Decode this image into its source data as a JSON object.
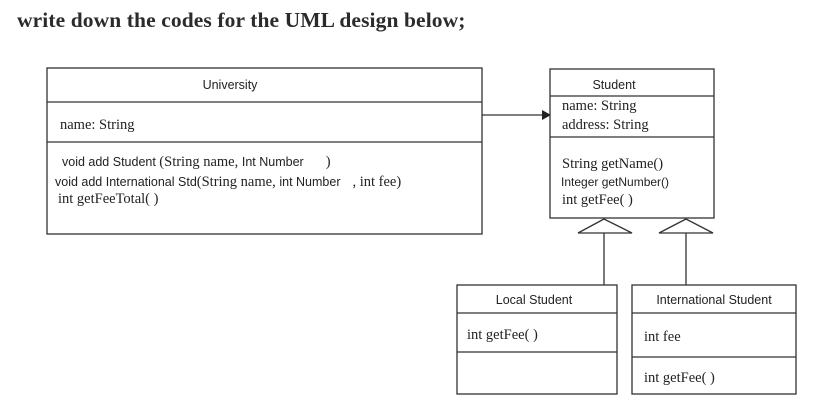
{
  "heading": "write down the codes for the UML design below;",
  "classes": {
    "university": {
      "name": "University",
      "attributes": [
        "name: String"
      ],
      "methods": [
        {
          "a": "void add Student ",
          "b": "(String name, ",
          "c": "Int Number",
          "d": ")"
        },
        {
          "a": "void add International Std",
          "b": "(String name, ",
          "c": "int Number",
          "d": ", int fee)"
        },
        {
          "a": "",
          "b": "int getFeeTotal( )",
          "c": "",
          "d": ""
        }
      ]
    },
    "student": {
      "name": "Student",
      "attributes": [
        "name: String",
        "address: String"
      ],
      "methods": [
        "String getName()",
        "Integer get",
        "Number()",
        "int getFee( )"
      ]
    },
    "local_student": {
      "name": "Local Student",
      "attributes": [
        "int getFee( )"
      ],
      "methods": []
    },
    "international_student": {
      "name": "International Student",
      "attributes": [
        "int fee"
      ],
      "methods": [
        "int getFee( )"
      ]
    }
  },
  "relations": [
    {
      "from": "University",
      "to": "Student",
      "type": "association"
    },
    {
      "from": "Local Student",
      "to": "Student",
      "type": "generalization"
    },
    {
      "from": "International Student",
      "to": "Student",
      "type": "generalization"
    }
  ]
}
